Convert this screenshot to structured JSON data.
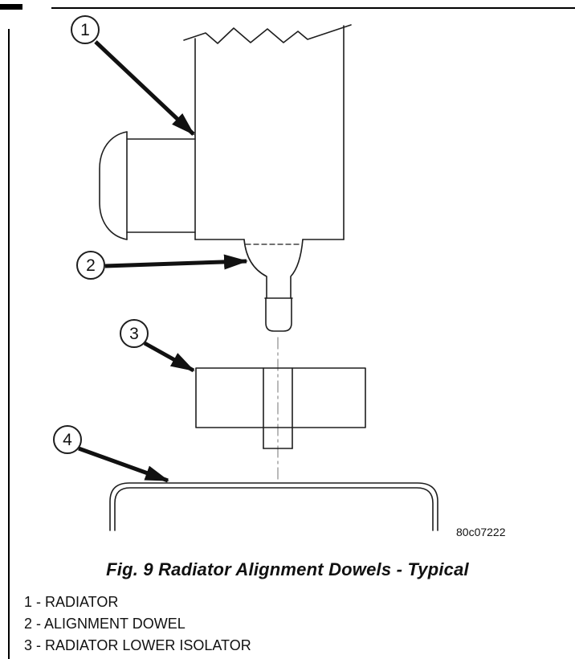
{
  "figure": {
    "caption": "Fig. 9 Radiator Alignment Dowels - Typical",
    "code": "80c07222"
  },
  "callouts": [
    "1",
    "2",
    "3",
    "4"
  ],
  "legend": {
    "items": [
      "1 - RADIATOR",
      "2 - ALIGNMENT DOWEL",
      "3 - RADIATOR LOWER ISOLATOR"
    ]
  }
}
